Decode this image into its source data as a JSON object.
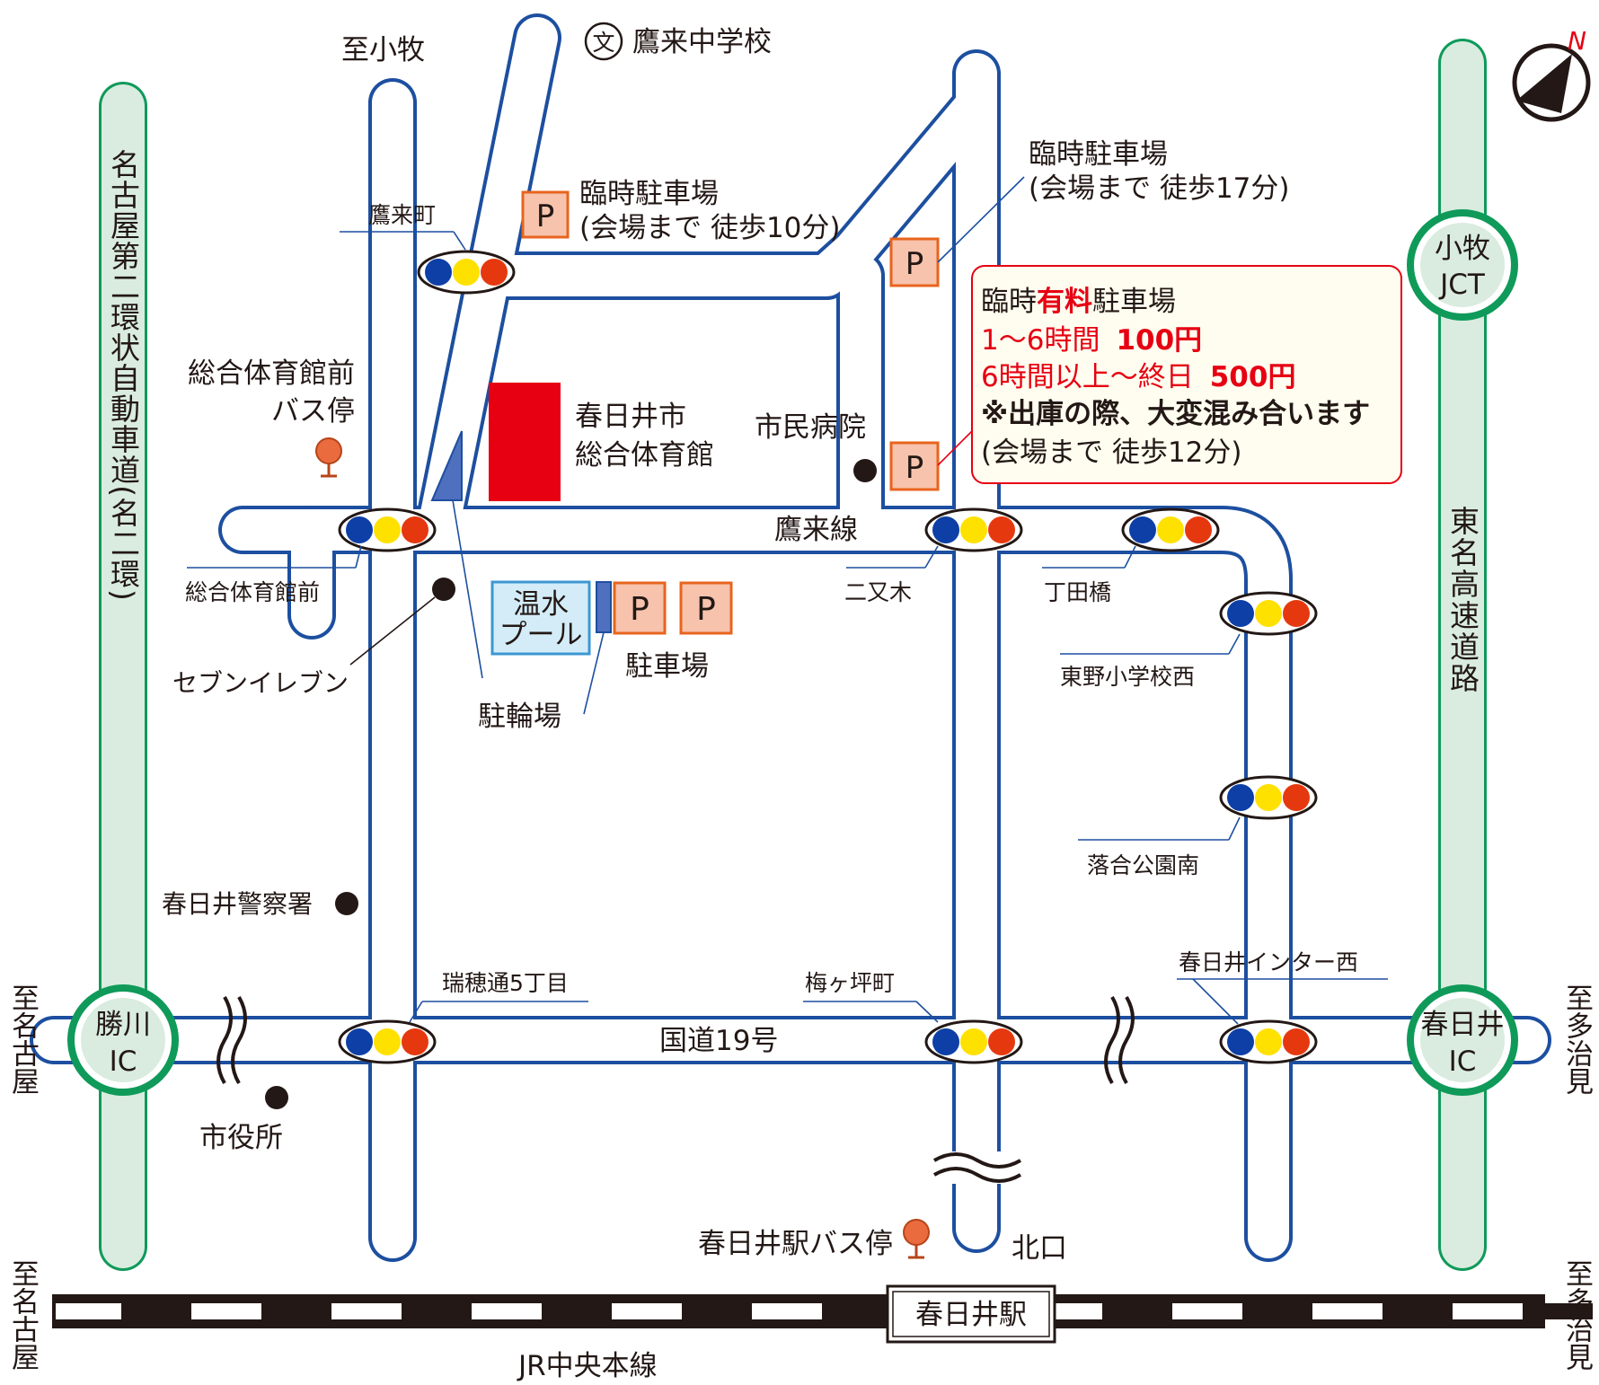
{
  "north_mark": "N",
  "highways": {
    "left": "名古屋第二環状自動車道(名二環)",
    "right": "東名高速道路",
    "komaki_jct": [
      "小牧",
      "JCT"
    ],
    "katsukawa_ic": [
      "勝川",
      "IC"
    ],
    "kasugai_ic": [
      "春日井",
      "IC"
    ]
  },
  "roads": {
    "takagi_line": "鷹来線",
    "route19": "国道19号",
    "jr_line": "JR中央本線"
  },
  "directions": {
    "to_komaki": "至小牧",
    "to_nagoya_1": "至名古屋",
    "to_nagoya_2": "至名古屋",
    "to_tajimi_1": "至多治見",
    "to_tajimi_2": "至多治見"
  },
  "signals": {
    "takagicho": "鷹来町",
    "sogotaiikukan_mae": "総合体育館前",
    "futamatagi": "二又木",
    "chodabashi": "丁田橋",
    "higashino_sho_nishi": "東野小学校西",
    "ochiai_koen_minami": "落合公園南",
    "mizuho_5": "瑞穂通5丁目",
    "umegatsubo": "梅ヶ坪町",
    "kasugai_inter_nishi": "春日井インター西"
  },
  "landmarks": {
    "school": "鷹来中学校",
    "school_mark": "文",
    "venue": [
      "春日井市",
      "総合体育館"
    ],
    "pool": [
      "温水",
      "プール"
    ],
    "bicycle": "駐輪場",
    "parking": "駐車場",
    "bus_stop_gym": [
      "総合体育館前",
      "バス停"
    ],
    "seven_eleven": "セブンイレブン",
    "police": "春日井警察署",
    "city_hall": "市役所",
    "hospital": "市民病院",
    "station_bus": "春日井駅バス停",
    "north_exit": "北口",
    "station": "春日井駅"
  },
  "parking_lots": {
    "mark": "P",
    "lot1": [
      "臨時駐車場",
      "(会場まで 徒歩10分)"
    ],
    "lot2": [
      "臨時駐車場",
      "(会場まで 徒歩17分)"
    ],
    "paid": {
      "title_a": "臨時",
      "title_b": "有料",
      "title_c": "駐車場",
      "rate1_a": "1〜6時間",
      "rate1_b": "100円",
      "rate2_a": "6時間以上〜終日",
      "rate2_b": "500円",
      "note": "※出庫の際、大変混み合います",
      "walk": "(会場まで 徒歩12分)"
    }
  },
  "colors": {
    "road_outline": "#1d4fa0",
    "highway": "#0f9a5a",
    "highway_fill": "#d9ecdf",
    "venue": "#e60012",
    "parking_fill": "#f7c3ad",
    "parking_border": "#e8641e",
    "signal_blue": "#0d3fa6",
    "signal_yellow": "#ffe100",
    "signal_red": "#e6380f"
  }
}
